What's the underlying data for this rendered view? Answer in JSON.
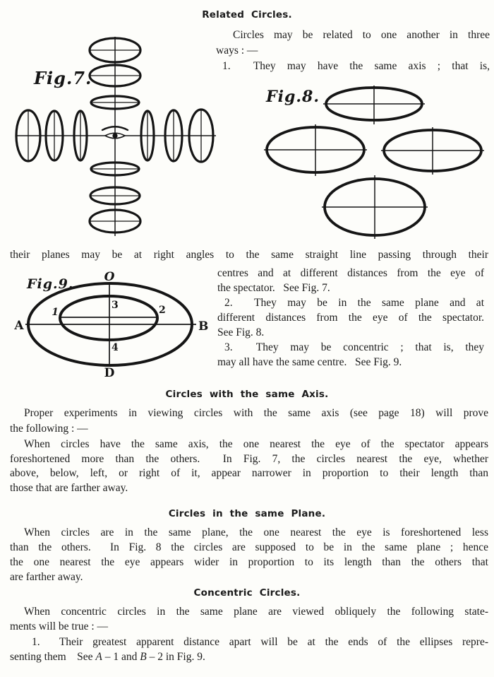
{
  "headings": {
    "related": "Related Circles.",
    "axis": "Circles with the same Axis.",
    "plane": "Circles in the same Plane.",
    "concentric": "Concentric Circles."
  },
  "intro": {
    "l1": "Circles may be related to one another in three",
    "l2": "ways : —",
    "l3": "1.  They may have the same axis ; that is,"
  },
  "bridge": "their planes may be at right angles to the same straight line passing through their",
  "col2": {
    "l1": "centres and at different distances from the eye of",
    "l2": "the spectator.   See Fig. 7.",
    "l3": "2.  They may be in the same plane and at",
    "l4": "different distances from the eye of the spectator.",
    "l5": "See Fig. 8.",
    "l6": "3.  They may be concentric ; that is, they",
    "l7": "may all have the same centre.   See Fig. 9."
  },
  "axis_section": {
    "p1l1": "Proper experiments in viewing circles with the same axis (see page 18) will prove",
    "p1l2": "the following : —",
    "p2l1": "When circles have the same axis, the one nearest the eye of the spectator appears",
    "p2l2": "foreshortened more than the others.  In Fig. 7, the circles nearest the eye, whether",
    "p2l3": "above, below, left, or right of it, appear narrower in proportion to their length than",
    "p2l4": "those that are farther away."
  },
  "plane_section": {
    "p1l1": "When circles are in the same plane, the one nearest the eye is foreshortened less",
    "p1l2": "than the others.  In Fig. 8 the circles are supposed to be in the same plane ; hence",
    "p1l3": "the one nearest the eye appears wider in proportion to its length than the others that",
    "p1l4": "are farther away."
  },
  "concentric_section": {
    "p1l1": "When concentric circles in the same plane are viewed obliquely the following state-",
    "p1l2": "ments will be true : —",
    "p2l1": "1.  Their greatest apparent distance apart will be at the ends of the ellipses repre-",
    "p2l2a": "senting them    See ",
    "p2l2b": "A",
    "p2l2c": " – 1 and ",
    "p2l2d": "B",
    "p2l2e": " – 2 in Fig. 9."
  },
  "figures": {
    "fig7": {
      "label": "Fig.7."
    },
    "fig8": {
      "label": "Fig.8."
    },
    "fig9": {
      "label": "Fig.9.",
      "pO": "O",
      "pD": "D",
      "pA": "A",
      "pB": "B",
      "p1": "1",
      "p2": "2",
      "p3": "3",
      "p4": "4"
    }
  },
  "colors": {
    "ink": "#151515",
    "paper": "#fdfdfa"
  }
}
